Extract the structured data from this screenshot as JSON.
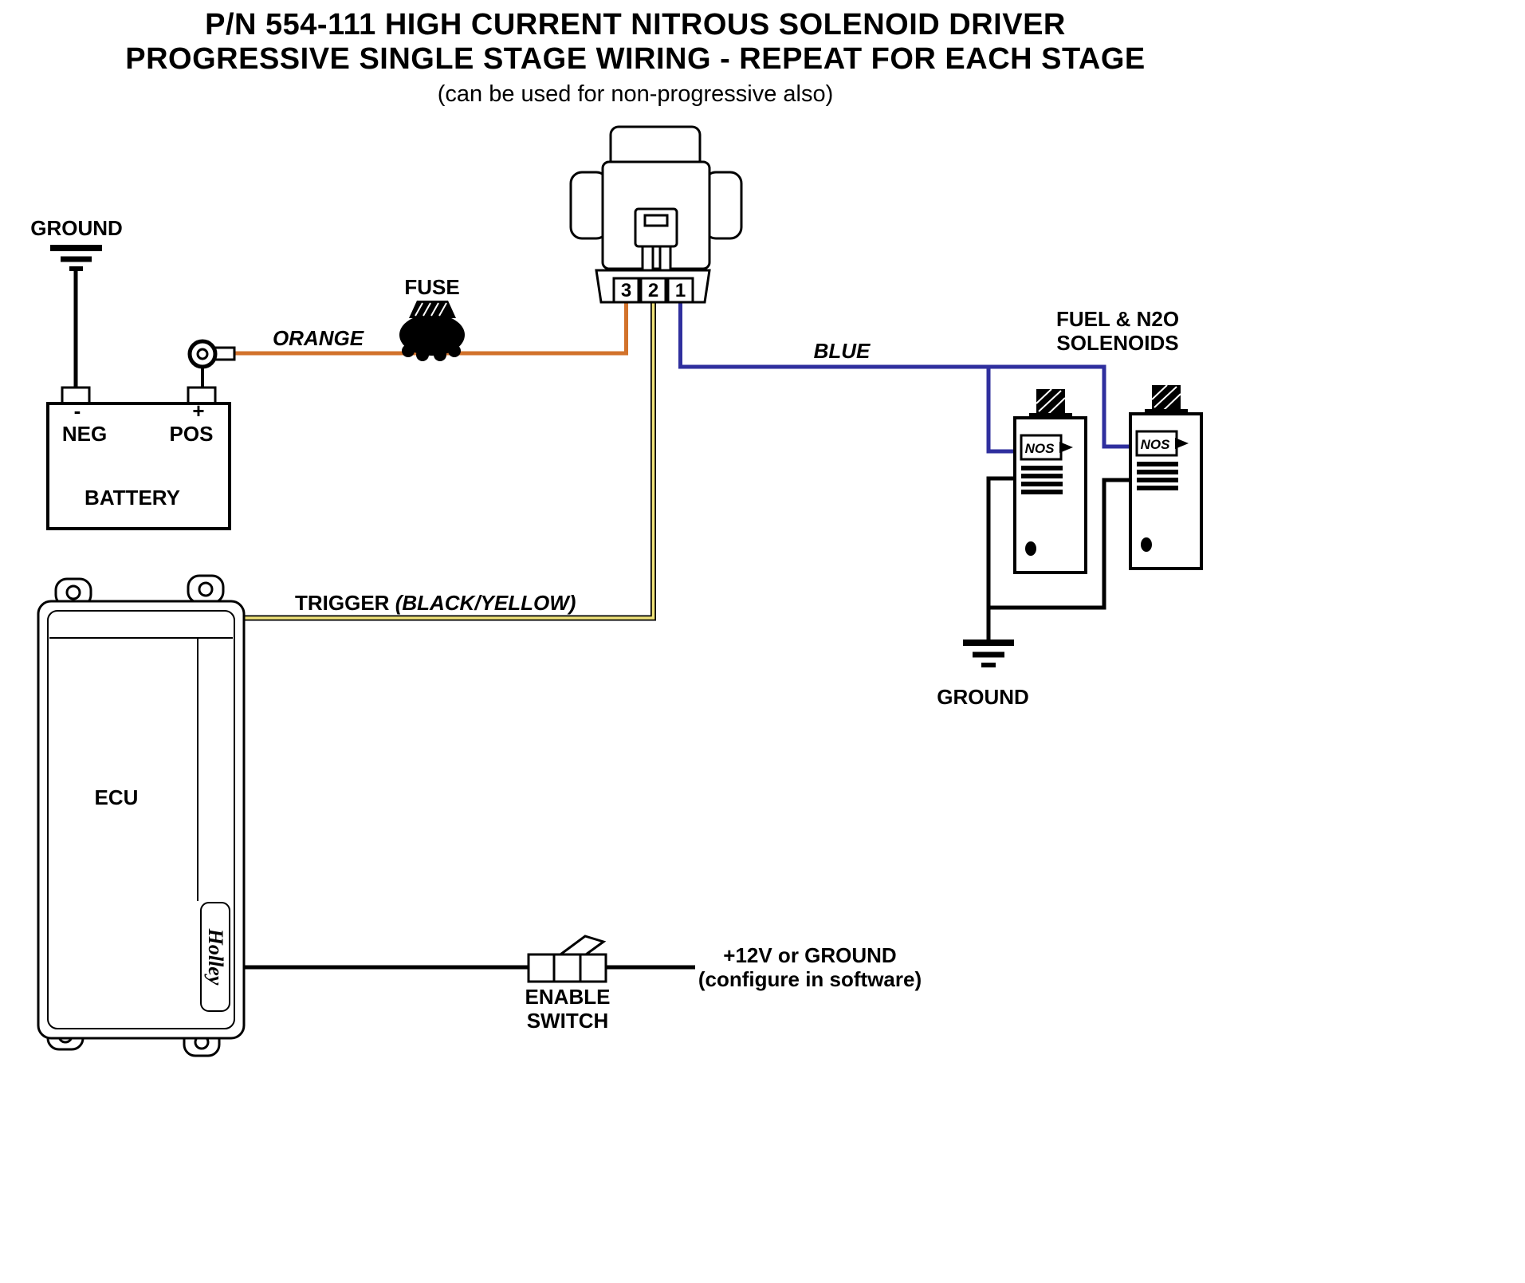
{
  "title": {
    "line1": "P/N 554-111 HIGH CURRENT NITROUS SOLENOID DRIVER",
    "line2": "PROGRESSIVE SINGLE STAGE WIRING - REPEAT FOR EACH STAGE",
    "line3": "(can be used for non-progressive also)"
  },
  "battery": {
    "ground_label": "GROUND",
    "neg_sign": "-",
    "neg_label": "NEG",
    "pos_sign": "+",
    "pos_label": "POS",
    "name": "BATTERY"
  },
  "fuse": {
    "label": "FUSE"
  },
  "wires": {
    "orange_label": "ORANGE",
    "blue_label": "BLUE",
    "trigger_label": "TRIGGER",
    "trigger_color_note": "(BLACK/YELLOW)"
  },
  "driver": {
    "pin3": "3",
    "pin2": "2",
    "pin1": "1"
  },
  "solenoids": {
    "heading_line1": "FUEL & N2O",
    "heading_line2": "SOLENOIDS",
    "nos_logo": "NOS",
    "ground_label": "GROUND"
  },
  "ecu": {
    "label": "ECU",
    "brand": "Holley"
  },
  "enable_switch": {
    "line1": "ENABLE",
    "line2": "SWITCH"
  },
  "power_note": {
    "line1": "+12V or GROUND",
    "line2": "(configure in software)"
  },
  "colors": {
    "orange": "#D2722B",
    "blue": "#2F2F9E",
    "yellow": "#EFE27A",
    "black": "#000000"
  }
}
